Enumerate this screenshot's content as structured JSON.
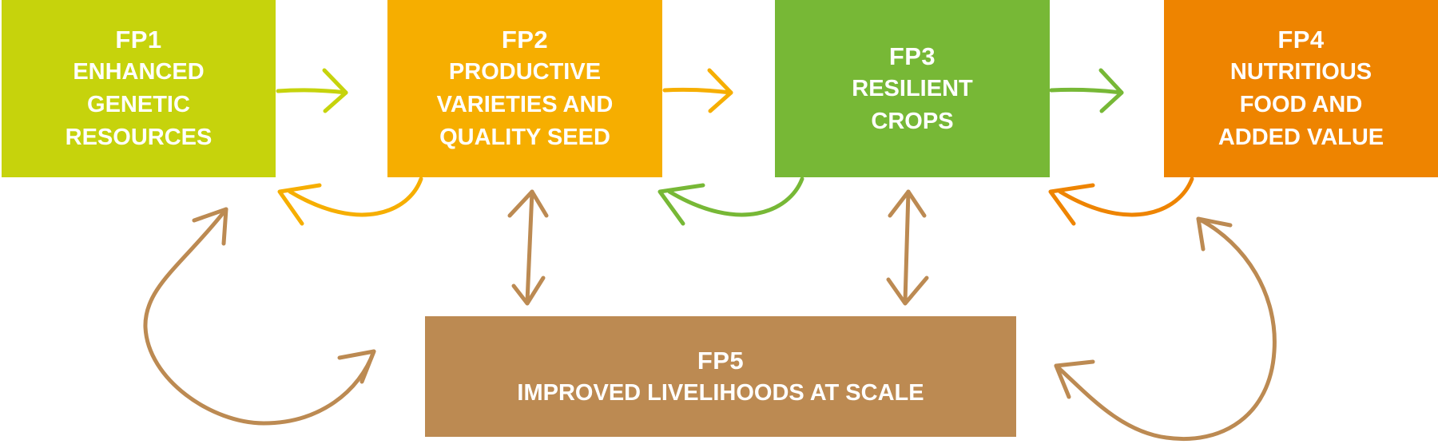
{
  "flagships": [
    {
      "code": "FP1",
      "title": "ENHANCED\nGENETIC\nRESOURCES",
      "color": "#c6d30c"
    },
    {
      "code": "FP2",
      "title": "PRODUCTIVE\nVARIETIES AND\nQUALITY SEED",
      "color": "#f6ae00"
    },
    {
      "code": "FP3",
      "title": "RESILIENT\nCROPS",
      "color": "#77b836"
    },
    {
      "code": "FP4",
      "title": "NUTRITIOUS\nFOOD AND\nADDED VALUE",
      "color": "#ee8400"
    },
    {
      "code": "FP5",
      "title": "IMPROVED LIVELIHOODS AT SCALE",
      "color": "#bc8a52"
    }
  ],
  "arrow_colors": {
    "fp1_to_fp2": "#c6d30c",
    "fp2_to_fp3": "#f6ae00",
    "fp3_to_fp4": "#77b836",
    "fp2_back": "#f6ae00",
    "fp3_back": "#77b836",
    "fp4_back": "#ee8400",
    "fp5_links": "#bc8a52"
  }
}
